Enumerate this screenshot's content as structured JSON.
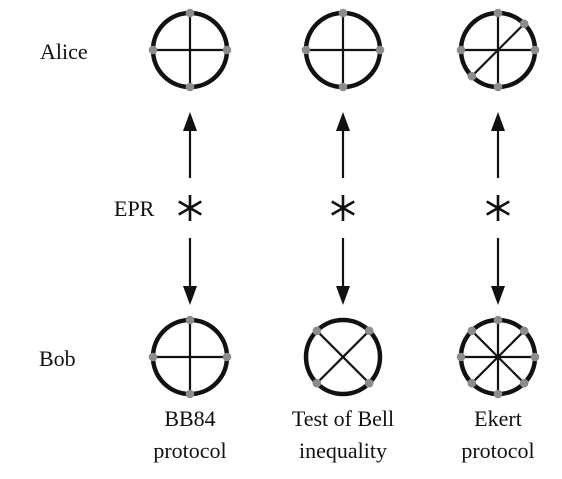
{
  "labels": {
    "alice": "Alice",
    "bob": "Bob",
    "epr": "EPR"
  },
  "columns": [
    {
      "id": "bb84",
      "caption_line1": "BB84",
      "caption_line2": "protocol",
      "alice_bases": [
        "0",
        "90"
      ],
      "bob_bases": [
        "0",
        "90"
      ]
    },
    {
      "id": "bell-test",
      "caption_line1": "Test of Bell",
      "caption_line2": "inequality",
      "alice_bases": [
        "0",
        "90"
      ],
      "bob_bases": [
        "45",
        "135"
      ]
    },
    {
      "id": "ekert",
      "caption_line1": "Ekert",
      "caption_line2": "protocol",
      "alice_bases": [
        "0",
        "90",
        "45"
      ],
      "bob_bases": [
        "0",
        "90",
        "45",
        "135"
      ]
    }
  ],
  "colors": {
    "stroke": "#111111",
    "dot": "#8c8c8c"
  }
}
